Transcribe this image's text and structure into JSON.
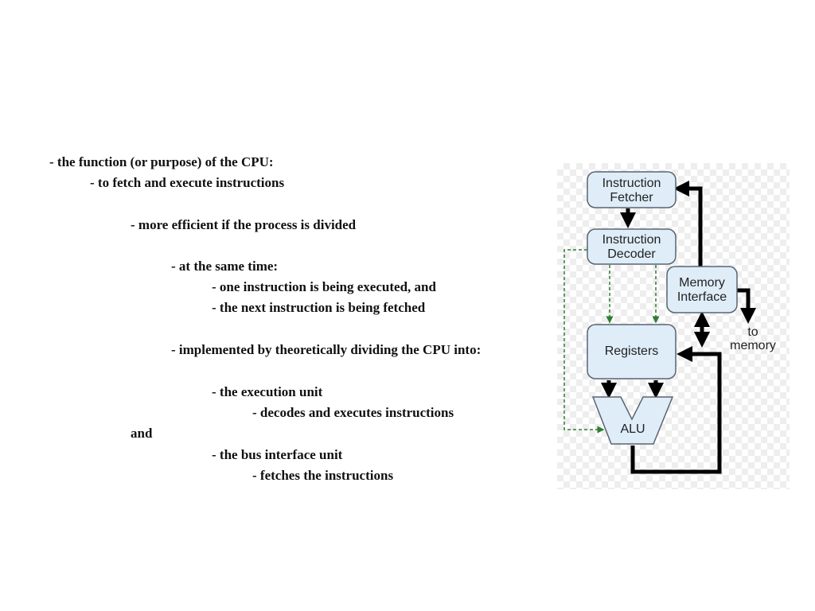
{
  "text_lines": [
    "- the function (or purpose) of the CPU:",
    "- to fetch and execute instructions",
    "- more efficient if the process is divided",
    "- at the same time:",
    "- one instruction is being executed, and",
    "- the next instruction is being fetched",
    "- implemented by theoretically dividing the CPU into:",
    "- the execution unit",
    "- decodes and executes instructions",
    "and",
    "- the bus interface unit",
    "- fetches the instructions"
  ],
  "diagram": {
    "instruction_fetcher": [
      "Instruction",
      "Fetcher"
    ],
    "instruction_decoder": [
      "Instruction",
      "Decoder"
    ],
    "memory_interface": [
      "Memory",
      "Interface"
    ],
    "registers": "Registers",
    "alu": "ALU",
    "to_memory": [
      "to",
      "memory"
    ]
  },
  "colors": {
    "box_fill": "#deedf8",
    "box_stroke": "#5a6470",
    "arrow_black": "#000000",
    "arrow_green": "#2e7d32"
  }
}
